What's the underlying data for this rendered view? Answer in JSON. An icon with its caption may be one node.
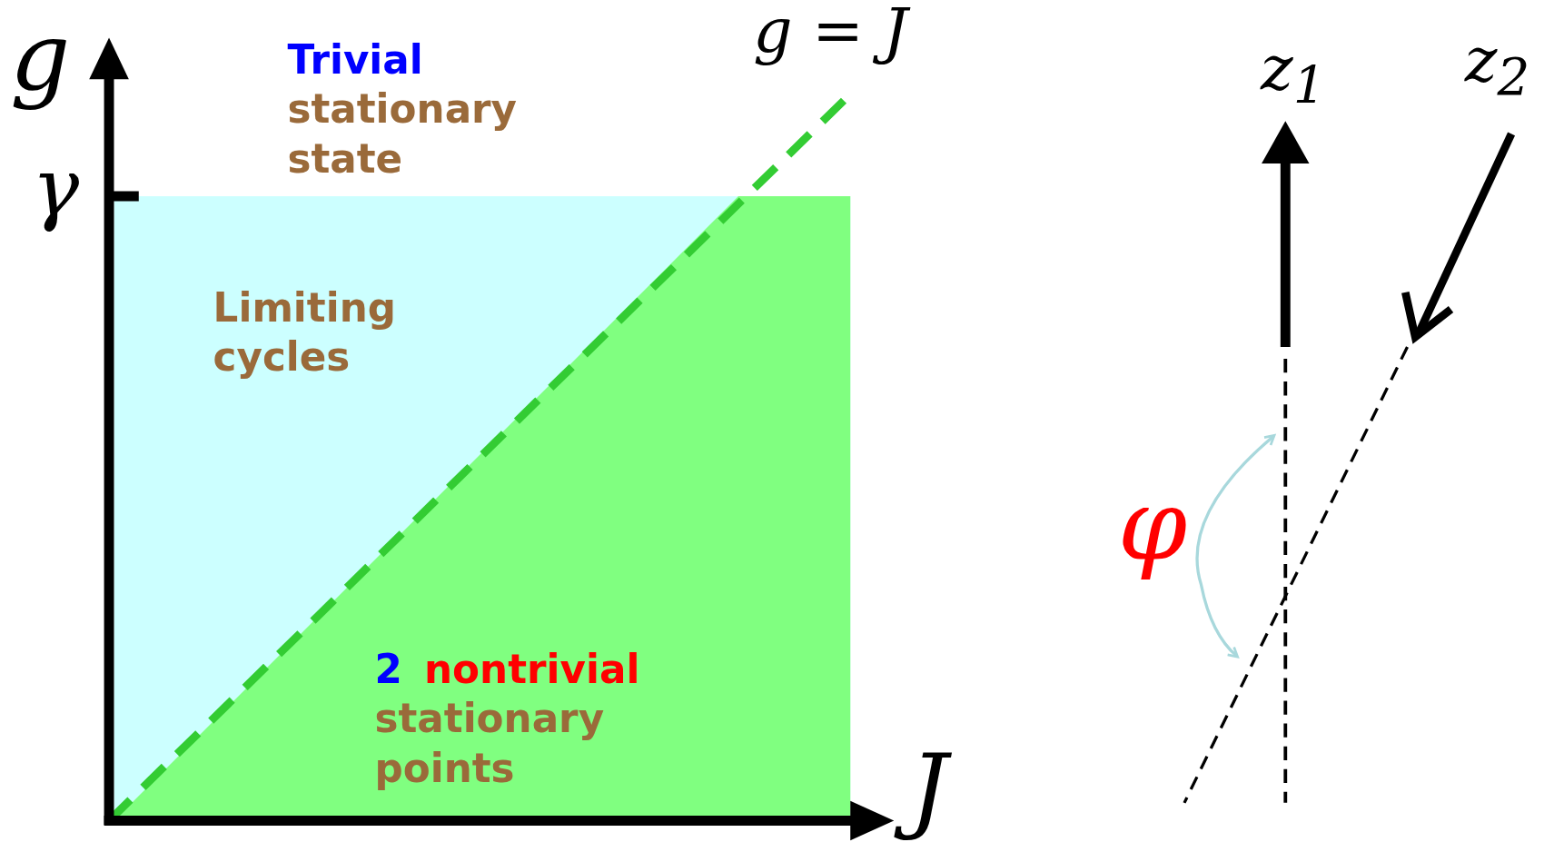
{
  "diagram": {
    "labels": [
      "g",
      "g = J",
      "Trivial",
      "stationary state",
      "z$_{1}$",
      "z$_{2}$",
      "γ",
      "Limiting cycles",
      "φ",
      "2",
      "nontrivial",
      "stationary points",
      "J"
    ]
  }
}
